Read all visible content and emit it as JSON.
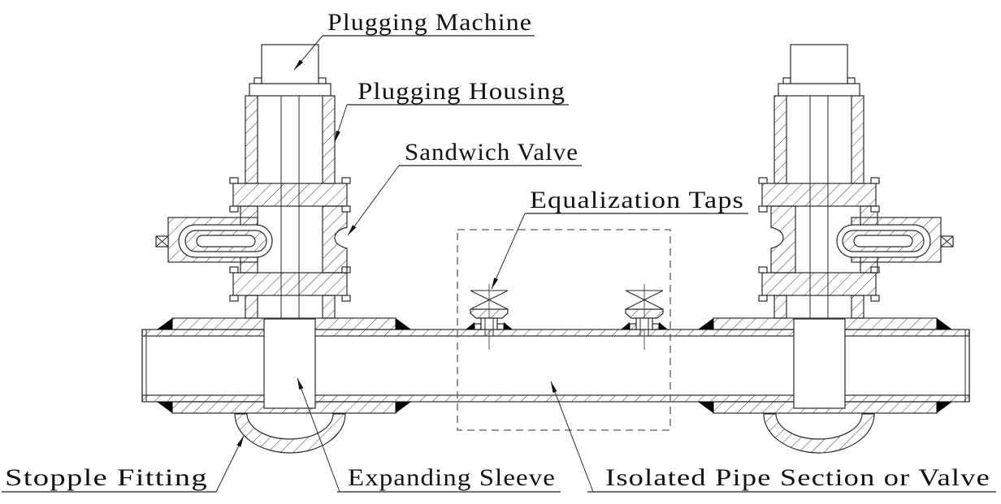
{
  "diagram": {
    "type": "engineering-cross-section",
    "subject": "Pipeline hot-tap line-stop (plugging) operation with two plugging machines installed on a pipe, equalization taps between them, and an isolated pipe section",
    "labels": {
      "plugging_machine": "Plugging Machine",
      "plugging_housing": "Plugging Housing",
      "sandwich_valve": "Sandwich Valve",
      "equalization_taps": "Equalization Taps",
      "stopple_fitting": "Stopple Fitting",
      "expanding_sleeve": "Expanding Sleeve",
      "isolated_pipe_section": "Isolated Pipe Section or Valve"
    },
    "colors": {
      "line": "#2a2a2a",
      "hatch": "#3a3a3a",
      "weld_symbol": "#000000",
      "dashed_boundary": "#5a5a5a",
      "background": "#ffffff",
      "text": "#111111"
    }
  }
}
